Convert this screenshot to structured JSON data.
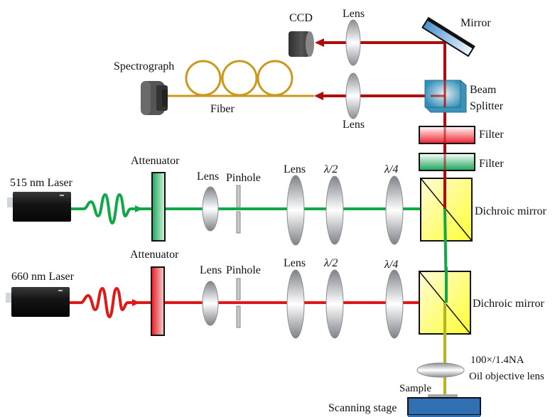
{
  "labels": {
    "ccd": "CCD",
    "lens_top": "Lens",
    "mirror": "Mirror",
    "spectrograph": "Spectrograph",
    "fiber": "Fiber",
    "lens_mid": "Lens",
    "beam_splitter_1": "Beam",
    "beam_splitter_2": "Splitter",
    "filter_red": "Filter",
    "filter_green": "Filter",
    "laser_515": "515 nm Laser",
    "attenuator_green": "Attenuator",
    "lens_g1": "Lens",
    "pinhole_g": "Pinhole",
    "lens_g2": "Lens",
    "half_wave_g": "λ/2",
    "quarter_wave_g": "λ/4",
    "dichroic_1": "Dichroic mirror",
    "laser_660": "660 nm Laser",
    "attenuator_red": "Attenuator",
    "lens_r1": "Lens",
    "pinhole_r": "Pinhole",
    "lens_r2": "Lens",
    "half_wave_r": "λ/2",
    "quarter_wave_r": "λ/4",
    "dichroic_2": "Dichroic mirror",
    "objective_1": "100×/1.4NA",
    "objective_2": "Oil objective lens",
    "sample": "Sample",
    "stage": "Scanning stage"
  },
  "colors": {
    "green_beam": "#12a84a",
    "red_beam": "#e01818",
    "detect_beam": "#b00a0a",
    "fiber": "#c99a1e",
    "combined_beam": "#b7b51c",
    "stage": "#2f6fb2",
    "dichroic": "#ffff40"
  }
}
